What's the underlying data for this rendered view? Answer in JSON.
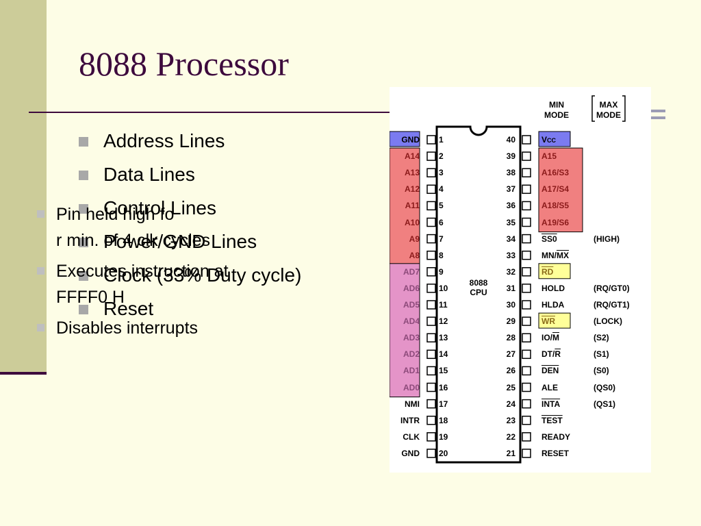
{
  "slide": {
    "title": "8088 Processor",
    "bullets": [
      "Address Lines",
      "Data Lines",
      "Control Lines",
      "Power/GND Lines",
      "Clock (33% Duty cycle)",
      "Reset"
    ],
    "sub_bullets": [
      "Pin held high for min. of 4 clk cycles",
      "Executes instruction at FFFF0 H",
      "Disables interrupts"
    ]
  },
  "chip": {
    "label_line1": "8088",
    "label_line2": "CPU",
    "min_mode_line1": "MIN",
    "min_mode_line2": "MODE",
    "max_mode_line1": "MAX",
    "max_mode_line2": "MODE",
    "left_pins": [
      {
        "num": "1",
        "label": "GND",
        "group": "power"
      },
      {
        "num": "2",
        "label": "A14",
        "group": "address"
      },
      {
        "num": "3",
        "label": "A13",
        "group": "address"
      },
      {
        "num": "4",
        "label": "A12",
        "group": "address"
      },
      {
        "num": "5",
        "label": "A11",
        "group": "address"
      },
      {
        "num": "6",
        "label": "A10",
        "group": "address"
      },
      {
        "num": "7",
        "label": "A9",
        "group": "address"
      },
      {
        "num": "8",
        "label": "A8",
        "group": "address"
      },
      {
        "num": "9",
        "label": "AD7",
        "group": "data"
      },
      {
        "num": "10",
        "label": "AD6",
        "group": "data"
      },
      {
        "num": "11",
        "label": "AD5",
        "group": "data"
      },
      {
        "num": "12",
        "label": "AD4",
        "group": "data"
      },
      {
        "num": "13",
        "label": "AD3",
        "group": "data"
      },
      {
        "num": "14",
        "label": "AD2",
        "group": "data"
      },
      {
        "num": "15",
        "label": "AD1",
        "group": "data"
      },
      {
        "num": "16",
        "label": "AD0",
        "group": "data"
      },
      {
        "num": "17",
        "label": "NMI",
        "group": "none"
      },
      {
        "num": "18",
        "label": "INTR",
        "group": "none"
      },
      {
        "num": "19",
        "label": "CLK",
        "group": "none"
      },
      {
        "num": "20",
        "label": "GND",
        "group": "none"
      }
    ],
    "right_pins": [
      {
        "num": "40",
        "label": "VCC",
        "max": "",
        "group": "power"
      },
      {
        "num": "39",
        "label": "A15",
        "max": "",
        "group": "address"
      },
      {
        "num": "38",
        "label": "A16/S3",
        "max": "",
        "group": "address"
      },
      {
        "num": "37",
        "label": "A17/S4",
        "max": "",
        "group": "address"
      },
      {
        "num": "36",
        "label": "A18/S5",
        "max": "",
        "group": "address"
      },
      {
        "num": "35",
        "label": "A19/S6",
        "max": "",
        "group": "address"
      },
      {
        "num": "34",
        "label": "SS0",
        "max": "(HIGH)",
        "group": "none"
      },
      {
        "num": "33",
        "label": "MN/MX",
        "max": "",
        "group": "none"
      },
      {
        "num": "32",
        "label": "RD",
        "max": "",
        "group": "control"
      },
      {
        "num": "31",
        "label": "HOLD",
        "max": "(RQ/GT0)",
        "group": "none"
      },
      {
        "num": "30",
        "label": "HLDA",
        "max": "(RQ/GT1)",
        "group": "none"
      },
      {
        "num": "29",
        "label": "WR",
        "max": "(LOCK)",
        "group": "control"
      },
      {
        "num": "28",
        "label": "IO/M",
        "max": "(S2)",
        "group": "none"
      },
      {
        "num": "27",
        "label": "DT/R",
        "max": "(S1)",
        "group": "none"
      },
      {
        "num": "26",
        "label": "DEN",
        "max": "(S0)",
        "group": "none"
      },
      {
        "num": "25",
        "label": "ALE",
        "max": "(QS0)",
        "group": "none"
      },
      {
        "num": "24",
        "label": "INTA",
        "max": "(QS1)",
        "group": "none"
      },
      {
        "num": "23",
        "label": "TEST",
        "max": "",
        "group": "none"
      },
      {
        "num": "22",
        "label": "READY",
        "max": "",
        "group": "none"
      },
      {
        "num": "21",
        "label": "RESET",
        "max": "",
        "group": "none"
      }
    ]
  },
  "colors": {
    "background": "#fdfde6",
    "sidebar": "#cccc99",
    "title": "#3d0a3d",
    "power_box": "#7b7bf0",
    "address_box": "#f08080",
    "data_box": "#e494c8",
    "control_box": "#ffff99"
  }
}
